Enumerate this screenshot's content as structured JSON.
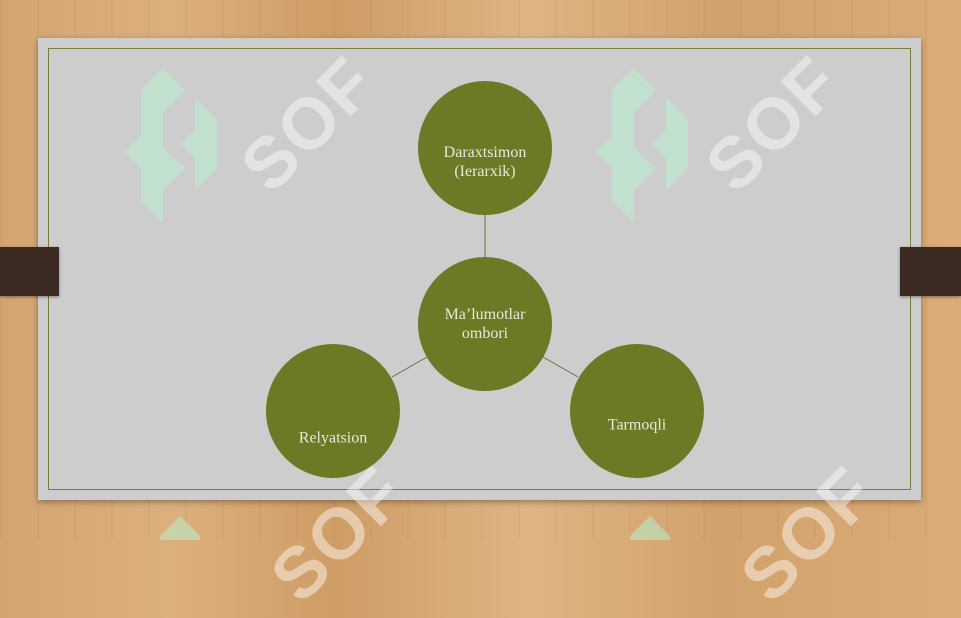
{
  "diagram": {
    "center": {
      "label": "Ma’lumotlar\nombori"
    },
    "nodes": [
      {
        "label": "Daraxtsimon\n(Ierarxik)"
      },
      {
        "label": "Relyatsion"
      },
      {
        "label": "Tarmoqli"
      }
    ]
  },
  "colors": {
    "node_fill": "#6b7a25",
    "connector": "#6b6b3a",
    "board": "#cdcdcd",
    "frame": "#7a7d3f"
  },
  "watermark": {
    "text": "SOF",
    "icon": "logo-mark-icon"
  }
}
